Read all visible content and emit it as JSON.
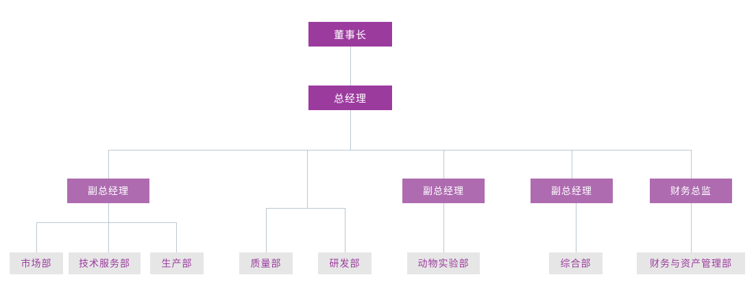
{
  "chart": {
    "type": "org-chart",
    "title": "",
    "palette": {
      "level1_fill": "#9b3b9e",
      "level1_text": "#ffffff",
      "level2_fill": "#ae6bb0",
      "level2_text": "#ffffff",
      "level3_fill": "#e6e6e6",
      "level3_text": "#9b3b9e",
      "connector": "#b8c6d0",
      "background": "#ffffff"
    }
  },
  "nodes": {
    "chairman": {
      "label": "董事长",
      "level": 1
    },
    "general_manager": {
      "label": "总经理",
      "level": 1
    },
    "deputy_gm_1": {
      "label": "副总经理",
      "level": 2
    },
    "deputy_gm_2": {
      "label": "副总经理",
      "level": 2
    },
    "deputy_gm_3": {
      "label": "副总经理",
      "level": 2
    },
    "finance_director": {
      "label": "财务总监",
      "level": 2
    },
    "dept_marketing": {
      "label": "市场部",
      "level": 3
    },
    "dept_tech_service": {
      "label": "技术服务部",
      "level": 3
    },
    "dept_production": {
      "label": "生产部",
      "level": 3
    },
    "dept_quality": {
      "label": "质量部",
      "level": 3
    },
    "dept_rnd": {
      "label": "研发部",
      "level": 3
    },
    "dept_animal_lab": {
      "label": "动物实验部",
      "level": 3
    },
    "dept_general_affairs": {
      "label": "综合部",
      "level": 3
    },
    "dept_finance_asset": {
      "label": "财务与资产管理部",
      "level": 3
    }
  }
}
